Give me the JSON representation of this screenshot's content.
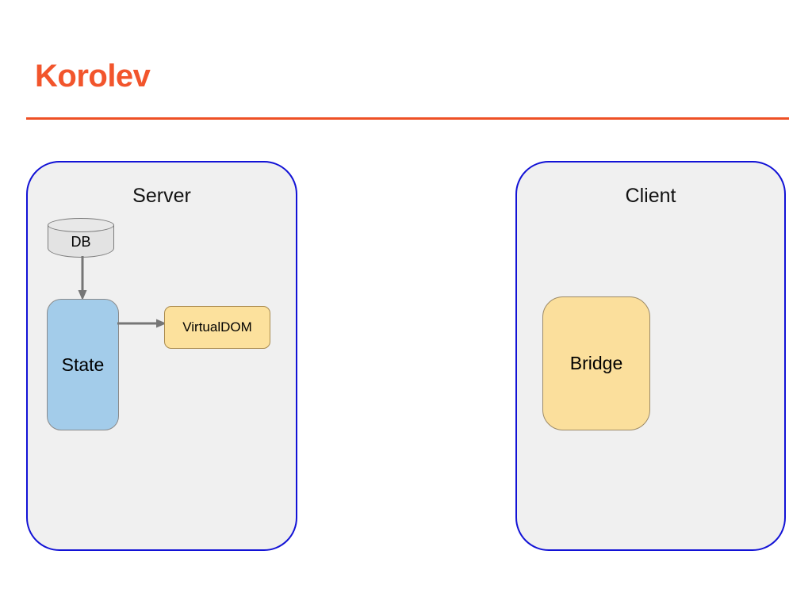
{
  "slide": {
    "title": "Korolev",
    "title_color": "#F2552C",
    "rule_color": "#EE5025",
    "background": "#FFFFFF"
  },
  "diagram": {
    "type": "architecture-diagram",
    "panels": [
      {
        "id": "server",
        "label": "Server",
        "border_color": "#1212D6",
        "fill_color": "#F0F0F0",
        "nodes": [
          {
            "id": "db",
            "label": "DB",
            "shape": "cylinder",
            "fill_color": "#E3E3E3",
            "border_color": "#7C7C7C"
          },
          {
            "id": "state",
            "label": "State",
            "shape": "rounded-rect",
            "fill_color": "#A3CCEA",
            "border_color": "#8A8A8A"
          },
          {
            "id": "virtualdom",
            "label": "VirtualDOM",
            "shape": "rounded-rect",
            "fill_color": "#FCE19D",
            "border_color": "#A98A4D"
          }
        ],
        "connectors": [
          {
            "id": "db-to-state",
            "from": "db",
            "to": "state",
            "direction": "down",
            "color": "#767676"
          },
          {
            "id": "state-to-virtualdom",
            "from": "state",
            "to": "virtualdom",
            "direction": "right",
            "color": "#767676"
          }
        ]
      },
      {
        "id": "client",
        "label": "Client",
        "border_color": "#1212D6",
        "fill_color": "#F0F0F0",
        "nodes": [
          {
            "id": "bridge",
            "label": "Bridge",
            "shape": "rounded-rect",
            "fill_color": "#FBDF9C",
            "border_color": "#9C8A67"
          }
        ],
        "connectors": []
      }
    ]
  }
}
